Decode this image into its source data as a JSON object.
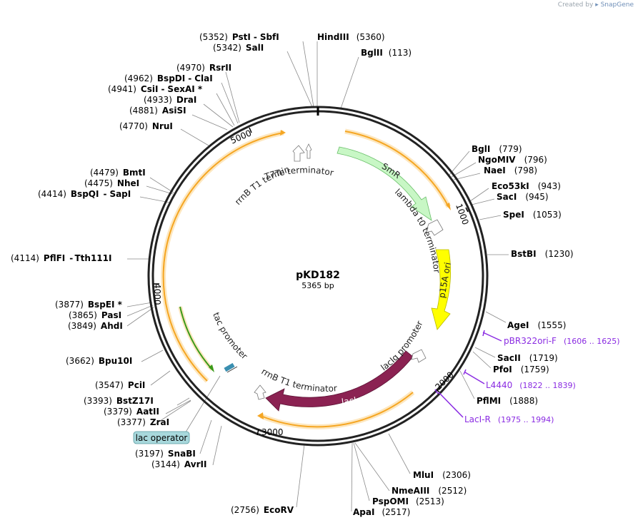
{
  "brand": {
    "created_by": "Created by",
    "app": "SnapGene"
  },
  "plasmid": {
    "name": "pKD182",
    "size_label": "5365 bp",
    "length": 5365
  },
  "ticks": [
    {
      "bp": 1000,
      "label": "1000"
    },
    {
      "bp": 2000,
      "label": "2000"
    },
    {
      "bp": 3000,
      "label": "3000"
    },
    {
      "bp": 4000,
      "label": "4000"
    },
    {
      "bp": 5000,
      "label": "5000"
    }
  ],
  "enzymes": [
    {
      "name": "PstI",
      "name2": "SbfI",
      "pos": "(5352)",
      "bp": 5352
    },
    {
      "name": "SalI",
      "pos": "(5342)",
      "bp": 5342
    },
    {
      "name": "HindIII",
      "pos": "(5360)",
      "bp": 5360
    },
    {
      "name": "BglII",
      "pos": "(113)",
      "bp": 113
    },
    {
      "name": "RsrII",
      "pos": "(4970)",
      "bp": 4970
    },
    {
      "name": "BspDI",
      "name2": "ClaI",
      "pos": "(4962)",
      "bp": 4962
    },
    {
      "name": "CsiI",
      "name2": "SexAI *",
      "pos": "(4941)",
      "bp": 4941
    },
    {
      "name": "DraI",
      "pos": "(4933)",
      "bp": 4933
    },
    {
      "name": "AsiSI",
      "pos": "(4881)",
      "bp": 4881
    },
    {
      "name": "NruI",
      "pos": "(4770)",
      "bp": 4770
    },
    {
      "name": "BglI",
      "pos": "(779)",
      "bp": 779
    },
    {
      "name": "NgoMIV",
      "pos": "(796)",
      "bp": 796
    },
    {
      "name": "NaeI",
      "pos": "(798)",
      "bp": 798
    },
    {
      "name": "Eco53kI",
      "pos": "(943)",
      "bp": 943
    },
    {
      "name": "SacI",
      "pos": "(945)",
      "bp": 945
    },
    {
      "name": "SpeI",
      "pos": "(1053)",
      "bp": 1053
    },
    {
      "name": "BstBI",
      "pos": "(1230)",
      "bp": 1230
    },
    {
      "name": "BmtI",
      "pos": "(4479)",
      "bp": 4479
    },
    {
      "name": "NheI",
      "pos": "(4475)",
      "bp": 4475
    },
    {
      "name": "BspQI",
      "name2": "SapI",
      "pos": "(4414)",
      "bp": 4414
    },
    {
      "name": "PflFI",
      "name2": "Tth111I",
      "pos": "(4114)",
      "bp": 4114
    },
    {
      "name": "BspEI *",
      "pos": "(3877)",
      "bp": 3877
    },
    {
      "name": "PasI",
      "pos": "(3865)",
      "bp": 3865
    },
    {
      "name": "AhdI",
      "pos": "(3849)",
      "bp": 3849
    },
    {
      "name": "Bpu10I",
      "pos": "(3662)",
      "bp": 3662
    },
    {
      "name": "PciI",
      "pos": "(3547)",
      "bp": 3547
    },
    {
      "name": "BstZ17I",
      "pos": "(3393)",
      "bp": 3393
    },
    {
      "name": "AatII",
      "pos": "(3379)",
      "bp": 3379
    },
    {
      "name": "ZraI",
      "pos": "(3377)",
      "bp": 3377
    },
    {
      "name": "SnaBI",
      "pos": "(3197)",
      "bp": 3197
    },
    {
      "name": "AvrII",
      "pos": "(3144)",
      "bp": 3144
    },
    {
      "name": "EcoRV",
      "pos": "(2756)",
      "bp": 2756
    },
    {
      "name": "AgeI",
      "pos": "(1555)",
      "bp": 1555
    },
    {
      "name": "SacII",
      "pos": "(1719)",
      "bp": 1719
    },
    {
      "name": "PfoI",
      "pos": "(1759)",
      "bp": 1759
    },
    {
      "name": "PflMI",
      "pos": "(1888)",
      "bp": 1888
    },
    {
      "name": "MluI",
      "pos": "(2306)",
      "bp": 2306
    },
    {
      "name": "NmeAIII",
      "pos": "(2512)",
      "bp": 2512
    },
    {
      "name": "PspOMI",
      "pos": "(2513)",
      "bp": 2513
    },
    {
      "name": "ApaI",
      "pos": "(2517)",
      "bp": 2517
    }
  ],
  "primers": [
    {
      "name": "pBR322ori-F",
      "range": "(1606 .. 1625)"
    },
    {
      "name": "L4440",
      "range": "(1822 .. 1839)"
    },
    {
      "name": "LacI-R",
      "range": "(1975 .. 1994)"
    }
  ],
  "features": [
    {
      "name": "SmR",
      "type": "CDS",
      "color": "#c8f7c5"
    },
    {
      "name": "p15A ori",
      "type": "rep_origin",
      "color": "#ffff00"
    },
    {
      "name": "lacI",
      "type": "CDS",
      "color": "#8b2252"
    },
    {
      "name": "lambda t0 terminator",
      "type": "terminator"
    },
    {
      "name": "T7Te terminator",
      "type": "terminator"
    },
    {
      "name": "rrnB T1 terminator",
      "type": "terminator"
    },
    {
      "name": "rrnB T1 terminator",
      "type": "terminator"
    },
    {
      "name": "lacIq promoter",
      "type": "promoter"
    },
    {
      "name": "tac promoter",
      "type": "promoter"
    },
    {
      "name": "lac operator",
      "type": "protein_bind",
      "color": "#a8d8dc"
    }
  ],
  "colors": {
    "orf": "#f5a623",
    "orf_glow": "#fde7bf",
    "backbone": "#222222",
    "primer": "#8a2be2"
  }
}
